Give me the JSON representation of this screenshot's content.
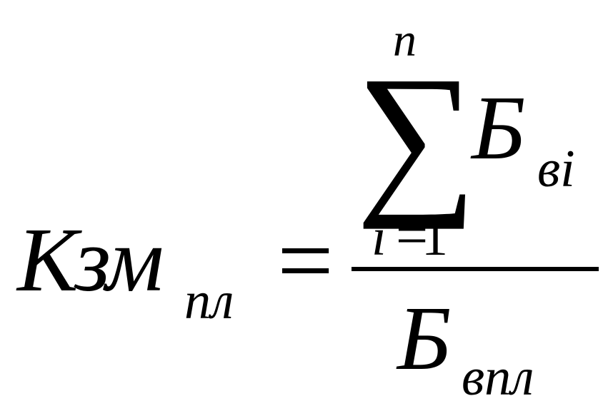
{
  "formula": {
    "lhs": {
      "main": "Кзм",
      "subscript": "пл"
    },
    "equals": "=",
    "numerator": {
      "sum_symbol": "∑",
      "upper_limit": "n",
      "lower_variable": "i",
      "lower_equals": "=",
      "lower_value": "1",
      "term": "Б",
      "term_subscript": "вi"
    },
    "denominator": {
      "term": "Б",
      "term_subscript": "впл"
    }
  }
}
